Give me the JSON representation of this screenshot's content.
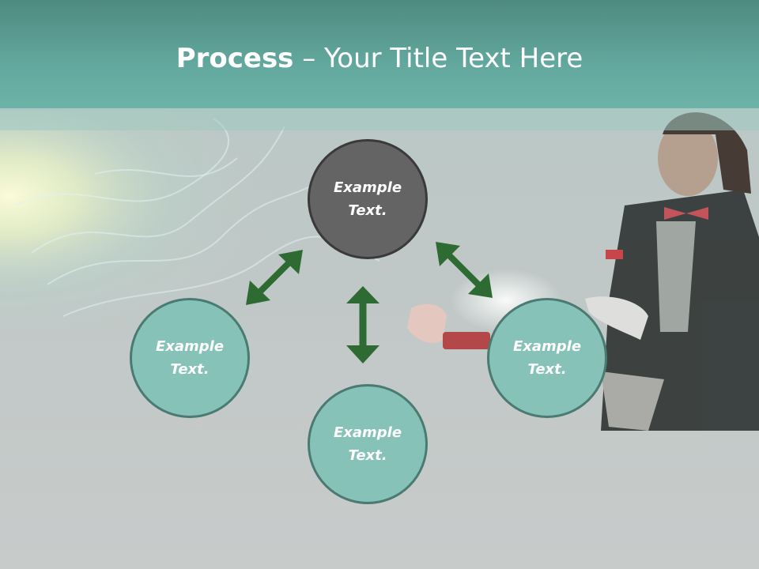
{
  "slide": {
    "title_bold": "Process",
    "title_rest": " – Your Title Text Here"
  },
  "nodes": {
    "top": "Example Text.",
    "left": "Example Text.",
    "bottom": "Example Text.",
    "right": "Example Text."
  },
  "colors": {
    "header": "#62a89e",
    "node_fill": "#86c2b8",
    "center_fill": "#646464",
    "arrow": "#2e6b32"
  }
}
